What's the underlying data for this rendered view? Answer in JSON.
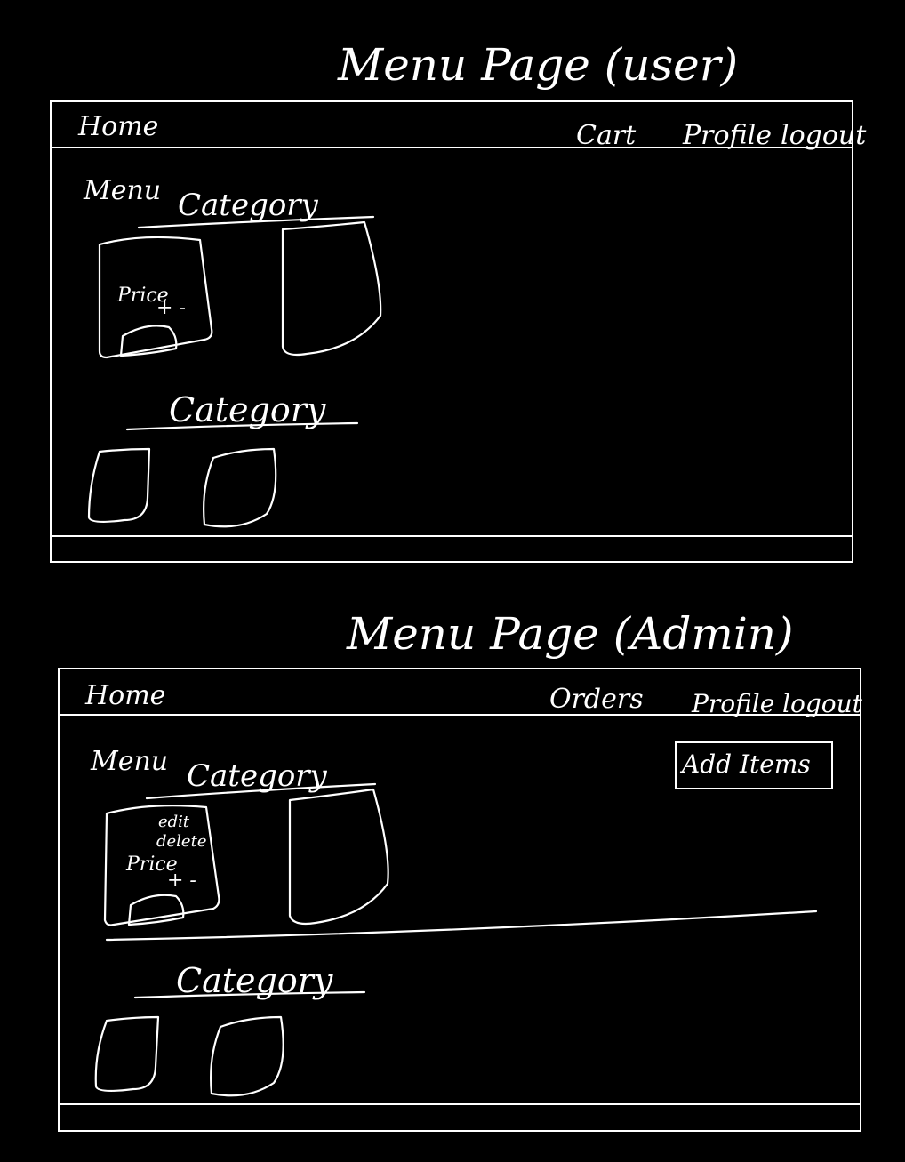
{
  "user_page": {
    "title": "Menu Page (user)",
    "nav": {
      "home": "Home",
      "cart": "Cart",
      "profile": "Profile",
      "logout": "logout"
    },
    "menu_label": "Menu",
    "category_1": "Category",
    "category_2": "Category",
    "card": {
      "price": "Price",
      "stepper": "+ -"
    }
  },
  "admin_page": {
    "title": "Menu Page (Admin)",
    "nav": {
      "home": "Home",
      "orders": "Orders",
      "profile": "Profile",
      "logout": "logout"
    },
    "menu_label": "Menu",
    "add_items": "Add Items",
    "category_1": "Category",
    "category_2": "Category",
    "card": {
      "edit": "edit",
      "delete": "delete",
      "price": "Price",
      "stepper": "+ -"
    }
  }
}
